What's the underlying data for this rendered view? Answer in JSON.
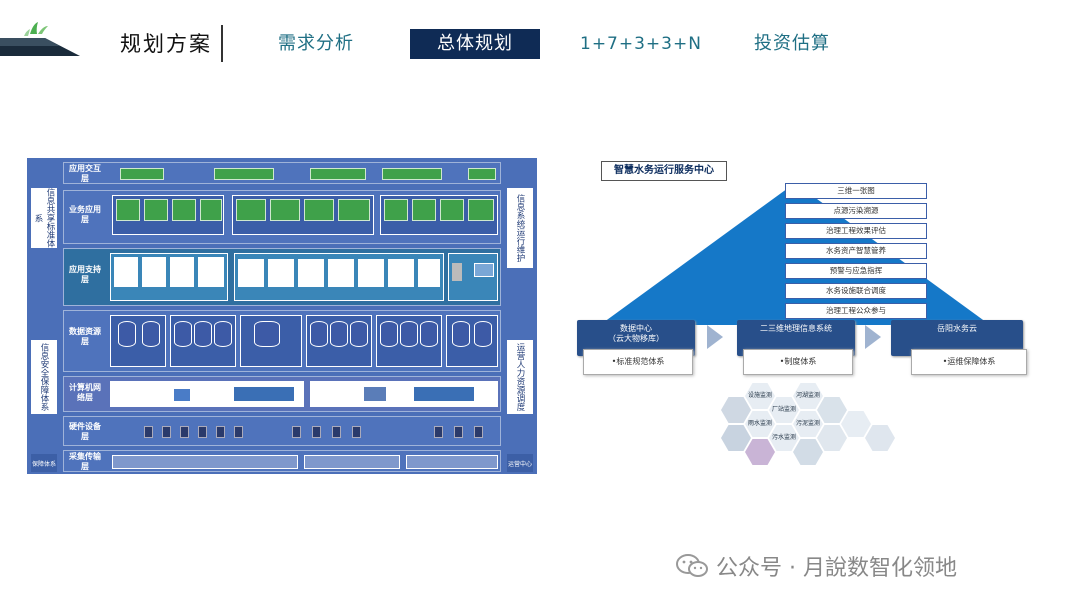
{
  "header": {
    "title": "规划方案",
    "tabs": [
      {
        "label": "需求分析",
        "active": false
      },
      {
        "label": "总体规划",
        "active": true
      },
      {
        "label": "1+7+3+3+N",
        "active": false
      },
      {
        "label": "投资估算",
        "active": false
      }
    ]
  },
  "architecture": {
    "left_side": [
      "信息共享标准体系",
      "信息安全保障体系",
      "保障体系"
    ],
    "right_side": [
      "信息系统运行维护",
      "运营人力资源调度",
      "运营中心"
    ],
    "layers": [
      {
        "name": "应用交互层"
      },
      {
        "name": "业务应用层"
      },
      {
        "name": "应用支持层"
      },
      {
        "name": "数据资源层"
      },
      {
        "name": "计算机网络层"
      },
      {
        "name": "硬件设备层"
      },
      {
        "name": "采集传输层"
      }
    ]
  },
  "service_center": {
    "title": "智慧水务运行服务中心",
    "items": [
      "三维一张图",
      "点源污染溯源",
      "治理工程效果评估",
      "水务资产智慧管养",
      "预警与应急指挥",
      "水务设施联合调度",
      "治理工程公众参与"
    ],
    "nodes": [
      {
        "label": "数据中心\n（云大物移库）",
        "sub": "•标准规范体系"
      },
      {
        "label": "二三维地理信息系统",
        "sub": "•制度体系"
      },
      {
        "label": "岳阳水务云",
        "sub": "•运维保障体系"
      }
    ],
    "hexes": [
      "设施监测",
      "厂站监测",
      "河湖监测",
      "雨水监测",
      "污水监测",
      "污泥监测"
    ]
  },
  "footer": {
    "text": "公众号 · 月說数智化领地"
  },
  "colors": {
    "nav_active": "#0f2b55",
    "tab_text": "#1f6f84",
    "arch_bg": "#4b6fb8",
    "triangle": "#1578c8",
    "node": "#284f8a"
  }
}
